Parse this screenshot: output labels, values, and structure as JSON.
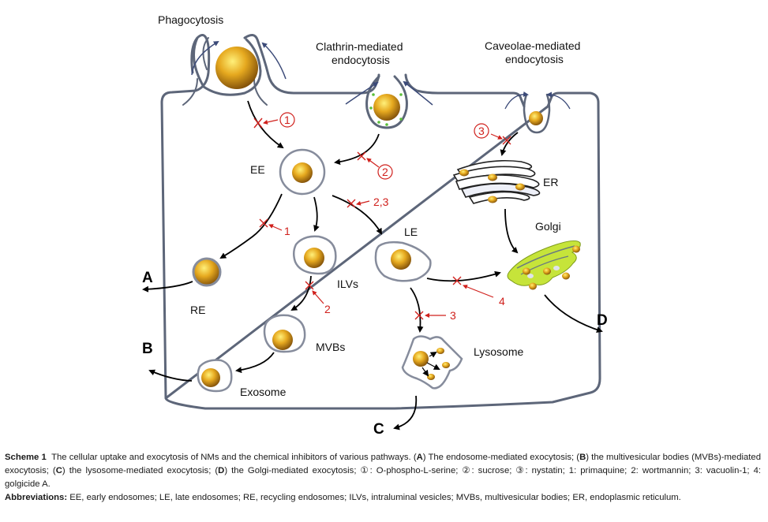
{
  "diagram": {
    "pathways": {
      "phagocytosis": "Phagocytosis",
      "clathrin_line1": "Clathrin-mediated",
      "clathrin_line2": "endocytosis",
      "caveolae_line1": "Caveolae-mediated",
      "caveolae_line2": "endocytosis"
    },
    "organelles": {
      "ee": "EE",
      "le": "LE",
      "re": "RE",
      "ilvs": "ILVs",
      "mvbs": "MVBs",
      "exosome": "Exosome",
      "lysosome": "Lysosome",
      "er": "ER",
      "golgi": "Golgi"
    },
    "exits": {
      "a": "A",
      "b": "B",
      "c": "C",
      "d": "D"
    },
    "inhibitor_marks": {
      "phago": "1",
      "clathrin": "2",
      "caveolae": "3",
      "ee_re": "1",
      "ee_le": "2,3",
      "ilv_mvb": "2",
      "le_lyso": "3",
      "le_golgi": "4"
    },
    "colors": {
      "membrane": "#5d6679",
      "inhibitor": "#d0201c",
      "nanoparticle": "#e0a21c",
      "golgi": "#c6e43a"
    }
  },
  "caption": {
    "scheme_label": "Scheme 1",
    "scheme_text_1": "The cellular uptake and exocytosis of NMs and the chemical inhibitors of various pathways. (",
    "a": "A",
    "a_text": ") The endosome-mediated exocytosis; (",
    "b": "B",
    "b_text": ") the multivesicular bodies (MVBs)-mediated exocytosis; (",
    "c": "C",
    "c_text": ") the lysosome-mediated exocytosis; (",
    "d": "D",
    "d_text": ") the Golgi-mediated exocytosis; ①: O-phospho-L-serine; ②: sucrose; ③: nystatin; 1: primaquine; 2: wortmannin; 3: vacuolin-1; 4: golgicide A.",
    "abbr_label": "Abbreviations:",
    "abbr_text": "EE, early endosomes; LE, late endosomes; RE, recycling endosomes; ILVs, intraluminal vesicles; MVBs, multivesicular bodies; ER, endoplasmic reticulum."
  }
}
